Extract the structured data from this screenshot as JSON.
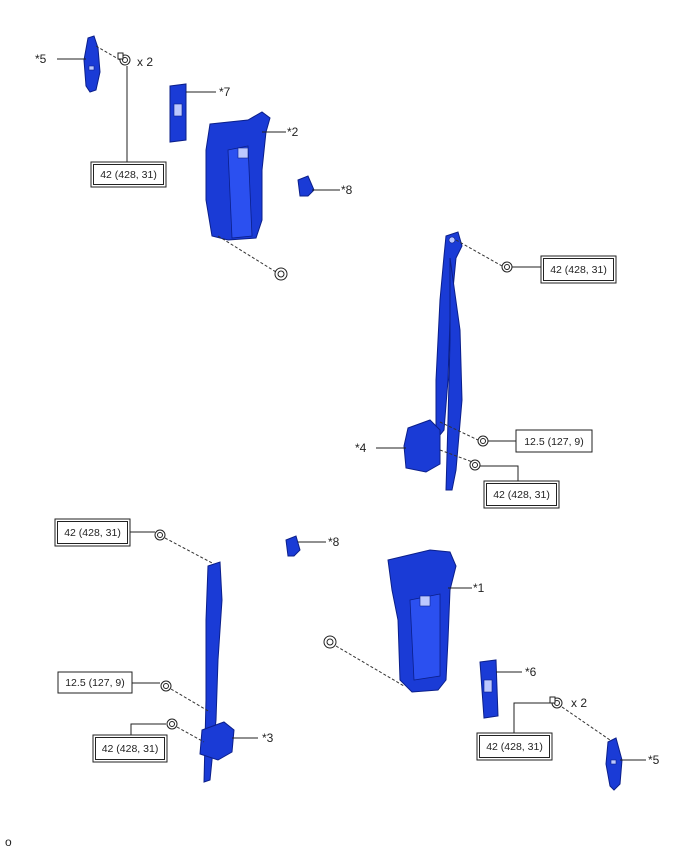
{
  "callouts": {
    "p1": "*1",
    "p2": "*2",
    "p3": "*3",
    "p4": "*4",
    "p5a": "*5",
    "p5b": "*5",
    "p6": "*6",
    "p7": "*7",
    "p8a": "*8",
    "p8b": "*8"
  },
  "qty": {
    "top": "x 2",
    "bottom": "x 2"
  },
  "torques": {
    "t_top_left": "42 (428, 31)",
    "t_upper_right": "42 (428, 31)",
    "t_mid_right_single": "12.5 (127, 9)",
    "t_mid_right_double": "42 (428, 31)",
    "t_left_upper": "42 (428, 31)",
    "t_left_single": "12.5 (127, 9)",
    "t_left_double": "42 (428, 31)",
    "t_bottom_right": "42 (428, 31)"
  },
  "footer_code": "o",
  "colors": {
    "part_fill": "#1a3bd6",
    "part_edge": "#0b1f8a"
  }
}
